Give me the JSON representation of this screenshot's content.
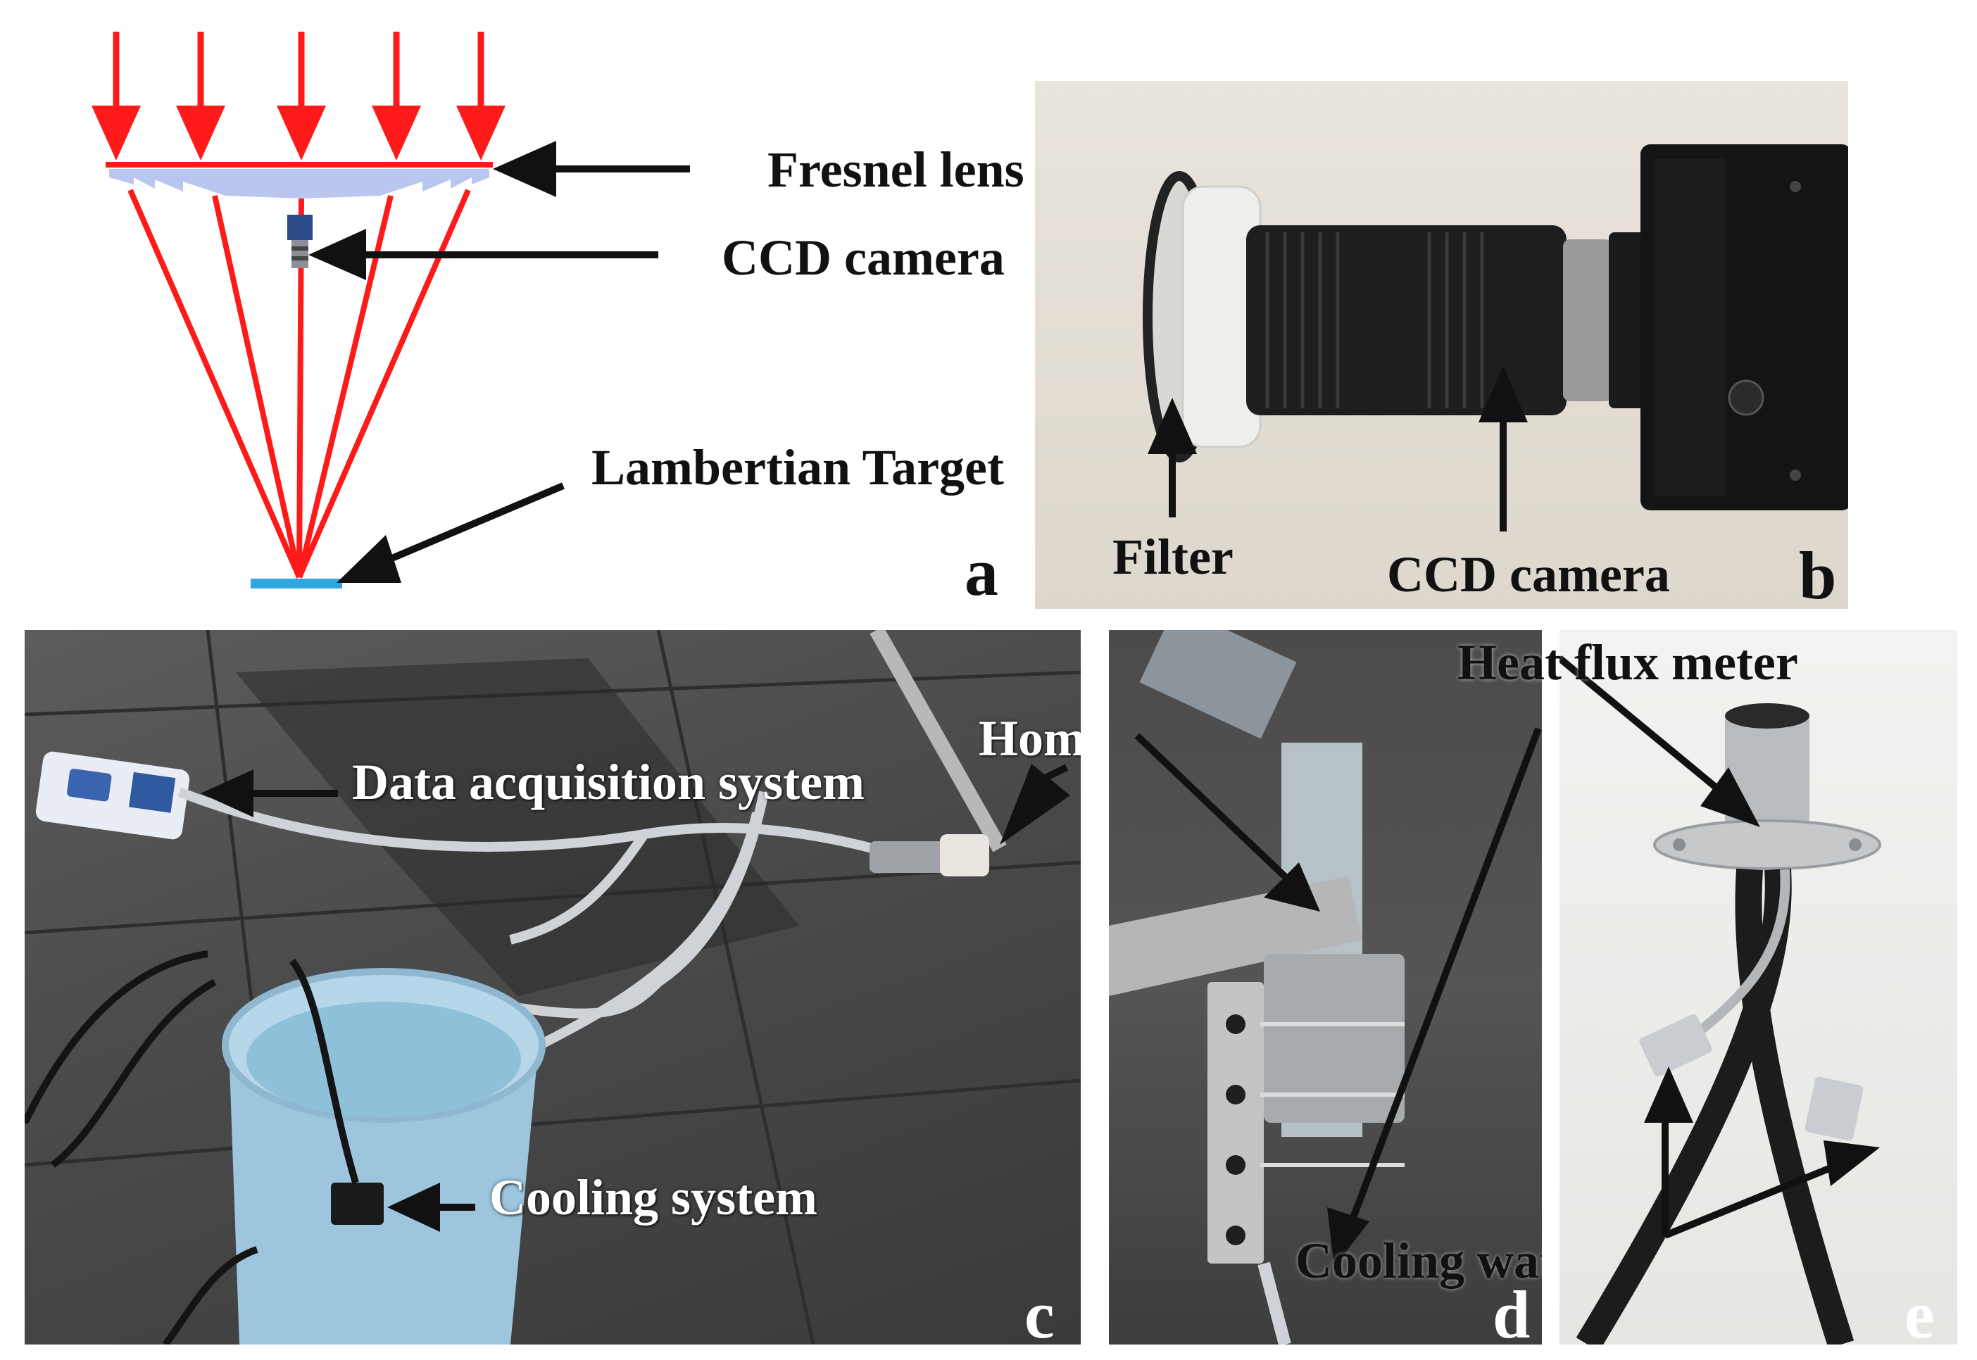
{
  "panel_a": {
    "letter": "a",
    "fresnel_lens": "Fresnel lens",
    "ccd_camera": "CCD camera",
    "lambertian_target": "Lambertian Target"
  },
  "panel_b": {
    "letter": "b",
    "filter": "Filter",
    "ccd_camera": "CCD camera"
  },
  "panel_c": {
    "letter": "c",
    "data_acquisition": "Data acquisition system",
    "homogenizer": "Homogenizer",
    "cooling_system": "Cooling system"
  },
  "panel_d": {
    "letter": "d",
    "cooling_water_pipe": "Cooling water pipe"
  },
  "panel_e": {
    "letter": "e",
    "heat_flux_meter": "Heat flux meter"
  },
  "colors": {
    "ray": "#ff1a1a",
    "lens": "#b9c6f0",
    "target": "#2fa8e0",
    "camera": "#2a4a8a"
  }
}
